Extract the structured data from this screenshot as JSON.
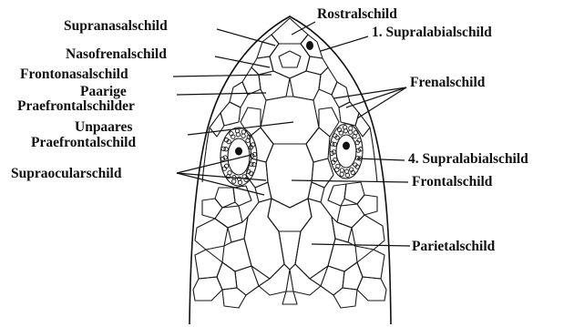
{
  "figure": {
    "labels": {
      "rostral": "Rostralschild",
      "supranasal": "Supranasalschild",
      "supralabial1": "1. Supralabialschild",
      "nasofrenal": "Nasofrenalschild",
      "frontonasal": "Frontonasalschild",
      "frenal": "Frenalschild",
      "paarige_1": "Paarige",
      "paarige_2": "Praefrontalschilder",
      "unpaares_1": "Unpaares",
      "unpaares_2": "Praefrontalschild",
      "supralabial4": "4. Supralabialschild",
      "supraocular": "Supraocularschild",
      "frontal": "Frontalschild",
      "parietal": "Parietalschild"
    },
    "colors": {
      "ink": "#111111",
      "paper": "#ffffff"
    }
  }
}
